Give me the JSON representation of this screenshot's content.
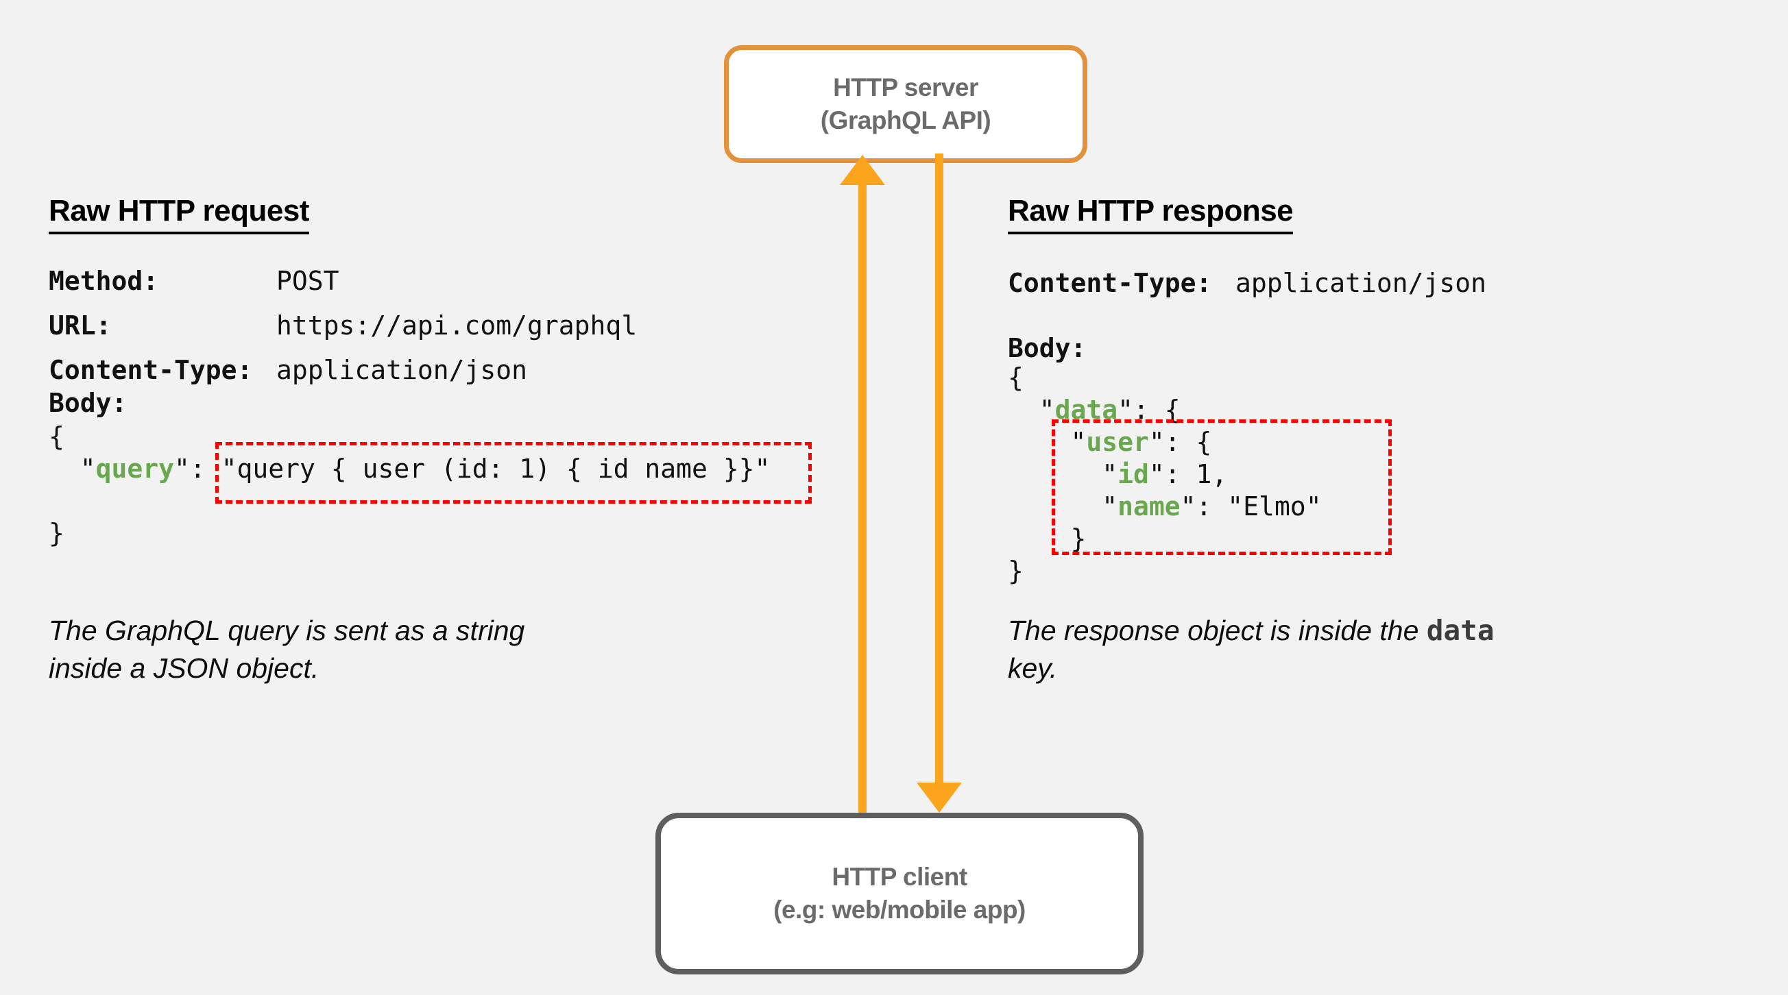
{
  "diagram": {
    "server": {
      "title_line1": "HTTP server",
      "title_line2": "(GraphQL API)"
    },
    "client": {
      "title_line1": "HTTP client",
      "title_line2": "(e.g: web/mobile app)"
    }
  },
  "request_panel": {
    "title": "Raw HTTP request",
    "headers": [
      {
        "label": "Method:",
        "value": "POST"
      },
      {
        "label": "URL:",
        "value": "https://api.com/graphql"
      },
      {
        "label": "Content-Type:",
        "value": "application/json"
      }
    ],
    "body_label": "Body:",
    "body_code": [
      [
        {
          "c": "p",
          "t": "{"
        }
      ],
      [
        {
          "c": "p",
          "t": "  \""
        },
        {
          "c": "k",
          "t": "query"
        },
        {
          "c": "p",
          "t": "\": \"query { user (id: 1) { id name }}\""
        }
      ],
      [],
      [
        {
          "c": "p",
          "t": "}"
        }
      ]
    ],
    "caption_line1": "The GraphQL query is sent as a string",
    "caption_line2": "inside a JSON object."
  },
  "response_panel": {
    "title": "Raw HTTP response",
    "header": {
      "label": "Content-Type:",
      "value": "application/json"
    },
    "body_label": "Body:",
    "body_code": [
      [
        {
          "c": "p",
          "t": "{"
        }
      ],
      [
        {
          "c": "p",
          "t": "  \""
        },
        {
          "c": "k",
          "t": "data"
        },
        {
          "c": "p",
          "t": "\": {"
        }
      ],
      [
        {
          "c": "p",
          "t": "    \""
        },
        {
          "c": "k",
          "t": "user"
        },
        {
          "c": "p",
          "t": "\": {"
        }
      ],
      [
        {
          "c": "p",
          "t": "      \""
        },
        {
          "c": "k",
          "t": "id"
        },
        {
          "c": "p",
          "t": "\": 1,"
        }
      ],
      [
        {
          "c": "p",
          "t": "      \""
        },
        {
          "c": "k",
          "t": "name"
        },
        {
          "c": "p",
          "t": "\": \"Elmo\""
        }
      ],
      [
        {
          "c": "p",
          "t": "    }"
        }
      ],
      [
        {
          "c": "p",
          "t": "}"
        }
      ]
    ],
    "caption_before_bold": "The response object is inside the ",
    "caption_bold": "data",
    "caption_line2": "key."
  },
  "colors": {
    "background": "#F2F2F2",
    "arrow_orange": "#FBA41C",
    "server_border_orange": "#E3923C",
    "client_border_gray": "#5E5E5E",
    "node_text_gray": "#6B6B6B",
    "json_key_green": "#6AA84F",
    "highlight_red": "#FF0000",
    "heading_black": "#000000"
  }
}
